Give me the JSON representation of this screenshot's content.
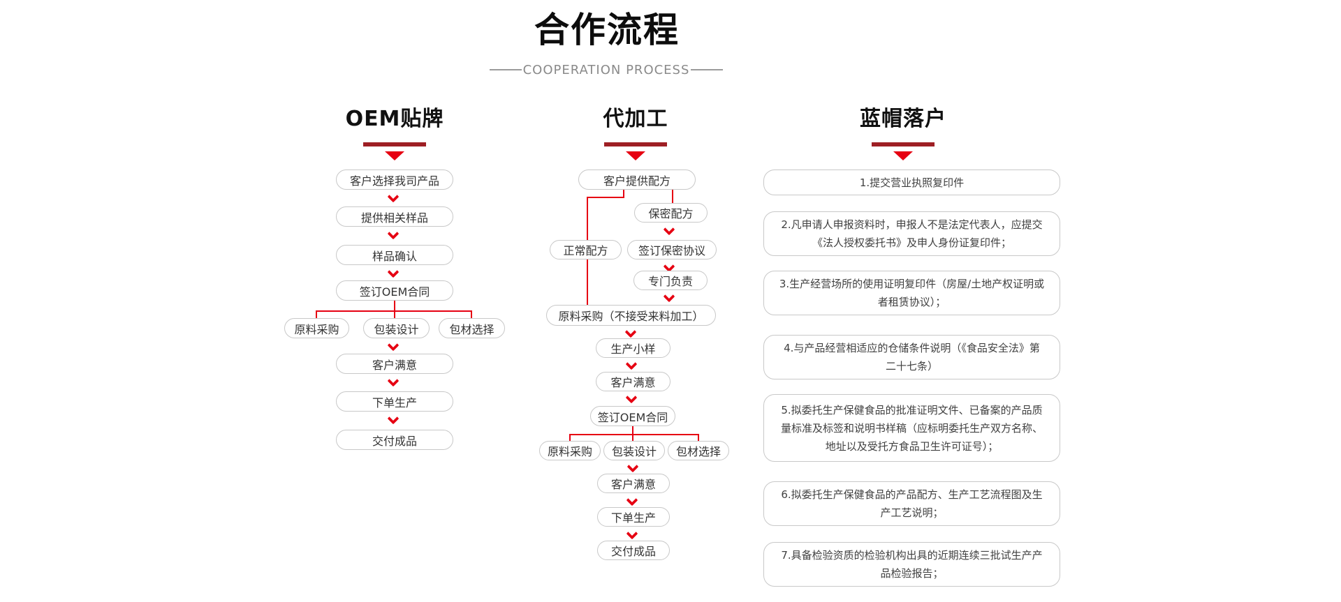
{
  "header": {
    "title": "合作流程",
    "subtitle": "COOPERATION PROCESS"
  },
  "colors": {
    "accent_red": "#e60012",
    "heading_bar_red": "#9e1f24",
    "box_border": "#c8c8c8",
    "text": "#333333",
    "subtitle_gray": "#8a8a8a"
  },
  "columns": [
    {
      "heading": "OEM贴牌",
      "steps": [
        "客户选择我司产品",
        "提供相关样品",
        "样品确认",
        "签订OEM合同",
        "原料采购",
        "包装设计",
        "包材选择",
        "客户满意",
        "下单生产",
        "交付成品"
      ]
    },
    {
      "heading": "代加工",
      "steps": [
        "客户提供配方",
        "保密配方",
        "正常配方",
        "签订保密协议",
        "专门负责",
        "原料采购（不接受来料加工）",
        "生产小样",
        "客户满意",
        "签订OEM合同",
        "原料采购",
        "包装设计",
        "包材选择",
        "客户满意",
        "下单生产",
        "交付成品"
      ]
    },
    {
      "heading": "蓝帽落户",
      "items": [
        "1.提交营业执照复印件",
        "2.凡申请人申报资料时，申报人不是法定代表人，应提交《法人授权委托书》及申人身份证复印件；",
        "3.生产经营场所的使用证明复印件（房屋/土地产权证明或者租赁协议）；",
        "4.与产品经营相适应的仓储条件说明（《食品安全法》第二十七条）",
        "5.拟委托生产保健食品的批准证明文件、已备案的产品质量标准及标签和说明书样稿（应标明委托生产双方名称、地址以及受托方食品卫生许可证号）；",
        "6.拟委托生产保健食品的产品配方、生产工艺流程图及生产工艺说明；",
        "7.具备检验资质的检验机构出具的近期连续三批试生产产品检验报告；"
      ]
    }
  ]
}
